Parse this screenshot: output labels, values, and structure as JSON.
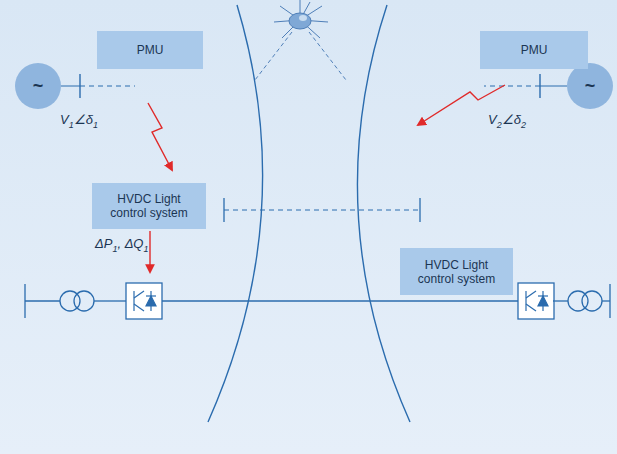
{
  "diagram": {
    "nodes": [
      {
        "text": [
          "PMU"
        ]
      },
      {
        "text": [
          "PMU"
        ]
      },
      {
        "text": [
          "HVDC Light control system"
        ]
      },
      {
        "text": [
          "HVDC Light control system"
        ]
      }
    ],
    "labels": [
      "~",
      "V1∠δ1",
      "~",
      "V2∠δ2",
      "ΔP1, ΔQ1"
    ]
  }
}
